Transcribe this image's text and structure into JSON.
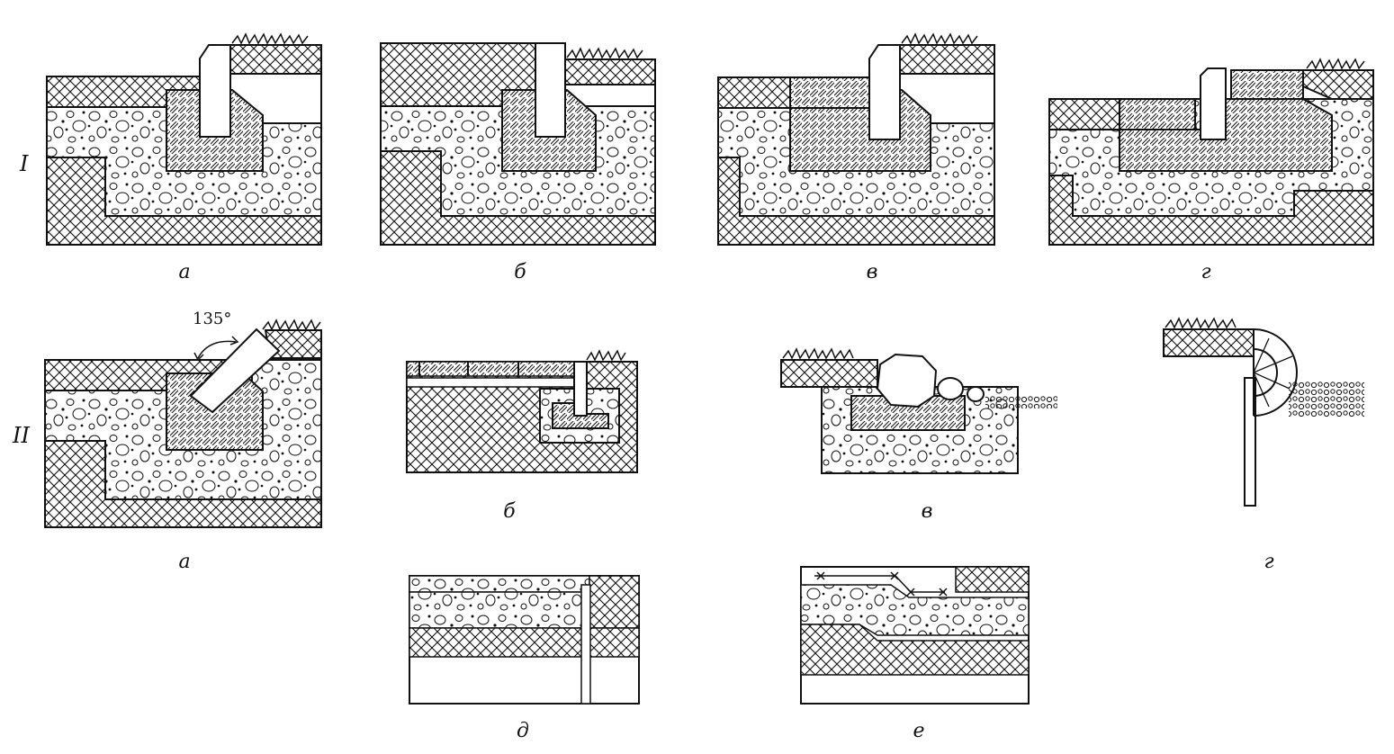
{
  "rows": [
    "I",
    "II"
  ],
  "row1_labels": [
    "а",
    "б",
    "в",
    "г"
  ],
  "row2_labels": [
    "а",
    "б",
    "в",
    "г"
  ],
  "row3_labels": [
    "д",
    "е"
  ],
  "angle_label": "135°",
  "colors": {
    "ink": "#111111",
    "paper": "#ffffff"
  }
}
